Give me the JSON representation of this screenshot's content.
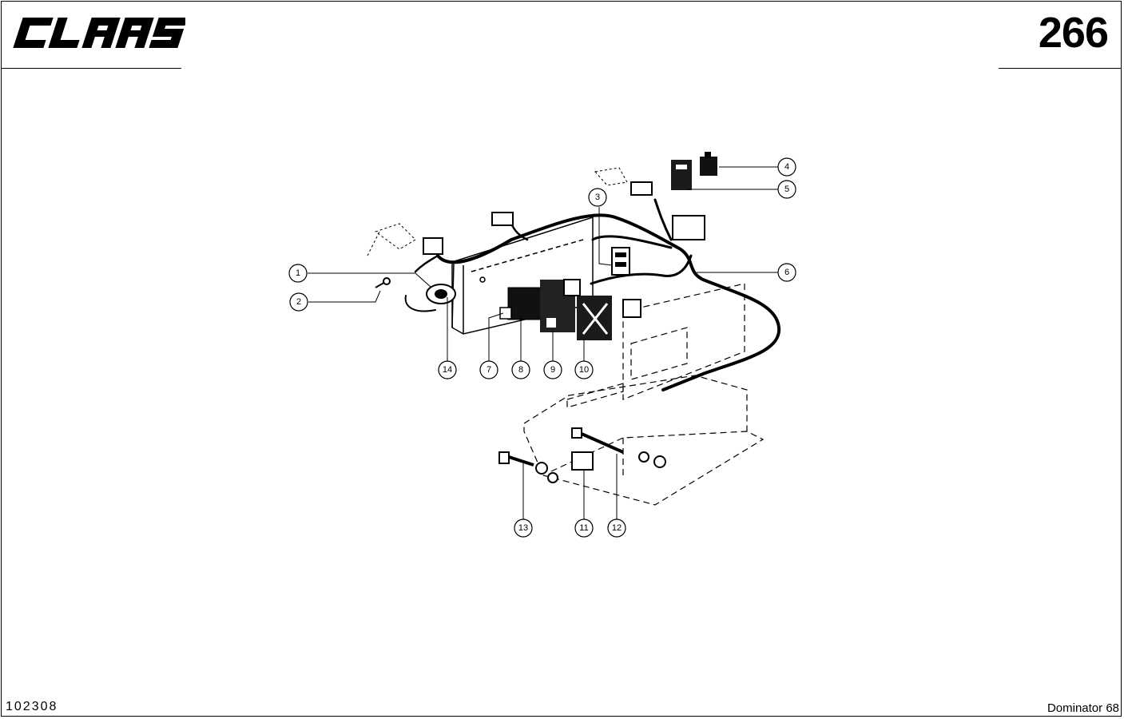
{
  "header": {
    "brand": "CLAAS",
    "page_number": "266"
  },
  "footer": {
    "drawing_number": "102308",
    "model": "Dominator 68"
  },
  "callouts": {
    "c1": "1",
    "c2": "2",
    "c3": "3",
    "c4": "4",
    "c5": "5",
    "c6": "6",
    "c7": "7",
    "c8": "8",
    "c9": "9",
    "c10": "10",
    "c11": "11",
    "c12": "12",
    "c13": "13",
    "c14": "14"
  }
}
